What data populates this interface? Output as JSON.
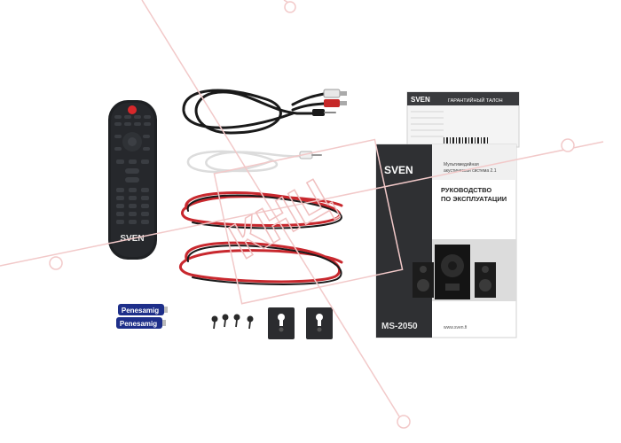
{
  "remote": {
    "brand": "SVEN"
  },
  "batteries": {
    "top_label": "Penesamig",
    "bottom_label": "Penesamig"
  },
  "warranty_card": {
    "brand": "SVEN",
    "title": "ГАРАНТИЙНЫЙ ТАЛОН"
  },
  "manual": {
    "brand": "SVEN",
    "subtitle_line1": "Мультимедийная",
    "subtitle_line2": "акустическая система 2.1",
    "title_line1": "РУКОВОДСТВО",
    "title_line2": "ПО ЭКСПЛУАТАЦИИ",
    "model": "MS-2050",
    "website": "www.sven.fi"
  },
  "watermark": {
    "text": "КНЦ"
  },
  "colors": {
    "background": "#ffffff",
    "remote_body": "#1f2124",
    "power_button": "#d8282b",
    "speaker_cable_red": "#c8282e",
    "speaker_cable_black": "#1a1a1a",
    "rca_red": "#c62828",
    "rca_white": "#e8e8e8",
    "manual_cover": "#2f3033",
    "watermark": "#f2c9c9"
  }
}
